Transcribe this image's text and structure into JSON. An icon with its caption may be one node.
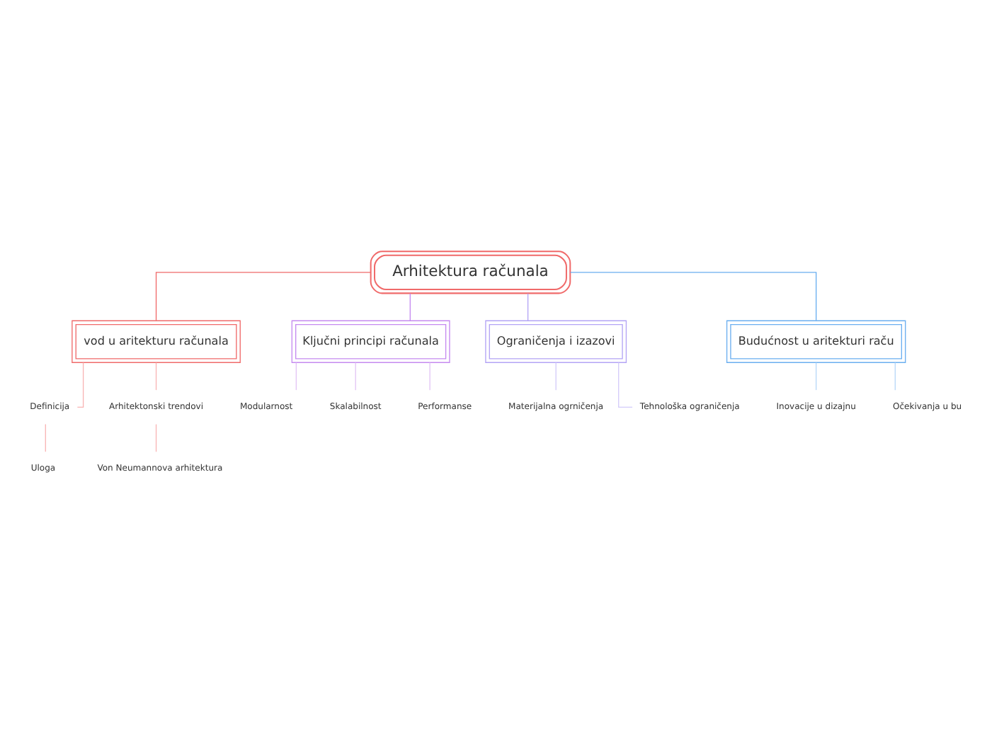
{
  "diagram": {
    "nodes": [
      {
        "text": [
          "Arhitektura računala"
        ]
      },
      {
        "text": [
          "vod u aritekturu računala"
        ]
      },
      {
        "text": [
          "Ključni principi računala"
        ]
      },
      {
        "text": [
          "Ograničenja i izazovi"
        ]
      },
      {
        "text": [
          "Budućnost u aritekturi raču"
        ]
      },
      {
        "text": [
          "Definicija"
        ]
      },
      {
        "text": [
          "Arhitektonski trendovi"
        ]
      },
      {
        "text": [
          "Modularnost"
        ]
      },
      {
        "text": [
          "Skalabilnost"
        ]
      },
      {
        "text": [
          "Performanse"
        ]
      },
      {
        "text": [
          "Materijalna ogrničenja"
        ]
      },
      {
        "text": [
          "Tehnološka ograničenja"
        ]
      },
      {
        "text": [
          "Inovacije u dizajnu"
        ]
      },
      {
        "text": [
          "Očekivanja u bu"
        ]
      },
      {
        "text": [
          "Uloga"
        ]
      },
      {
        "text": [
          "Von Neumannova arhitektura"
        ]
      }
    ],
    "edges": [
      {
        "from": 0,
        "to": 1,
        "arrow": "none",
        "color": "#f06a6a"
      },
      {
        "from": 0,
        "to": 2,
        "arrow": "none",
        "color": "#c58af0"
      },
      {
        "from": 0,
        "to": 3,
        "arrow": "none",
        "color": "#b3a4f5"
      },
      {
        "from": 0,
        "to": 4,
        "arrow": "none",
        "color": "#6aaef0"
      },
      {
        "from": 1,
        "to": 5,
        "arrow": "none",
        "color": "#f8b4b4"
      },
      {
        "from": 1,
        "to": 6,
        "arrow": "none",
        "color": "#f8b4b4"
      },
      {
        "from": 2,
        "to": 7,
        "arrow": "none",
        "color": "#e3c4f5"
      },
      {
        "from": 2,
        "to": 8,
        "arrow": "none",
        "color": "#e3c4f5"
      },
      {
        "from": 2,
        "to": 9,
        "arrow": "none",
        "color": "#e3c4f5"
      },
      {
        "from": 3,
        "to": 10,
        "arrow": "none",
        "color": "#d4ccfa"
      },
      {
        "from": 3,
        "to": 11,
        "arrow": "none",
        "color": "#d4ccfa"
      },
      {
        "from": 4,
        "to": 12,
        "arrow": "none",
        "color": "#b8d8f8"
      },
      {
        "from": 4,
        "to": 13,
        "arrow": "none",
        "color": "#b8d8f8"
      },
      {
        "from": 5,
        "to": 14,
        "arrow": "none",
        "color": "#f8b4b4"
      },
      {
        "from": 6,
        "to": 15,
        "arrow": "none",
        "color": "#f8b4b4"
      }
    ]
  }
}
